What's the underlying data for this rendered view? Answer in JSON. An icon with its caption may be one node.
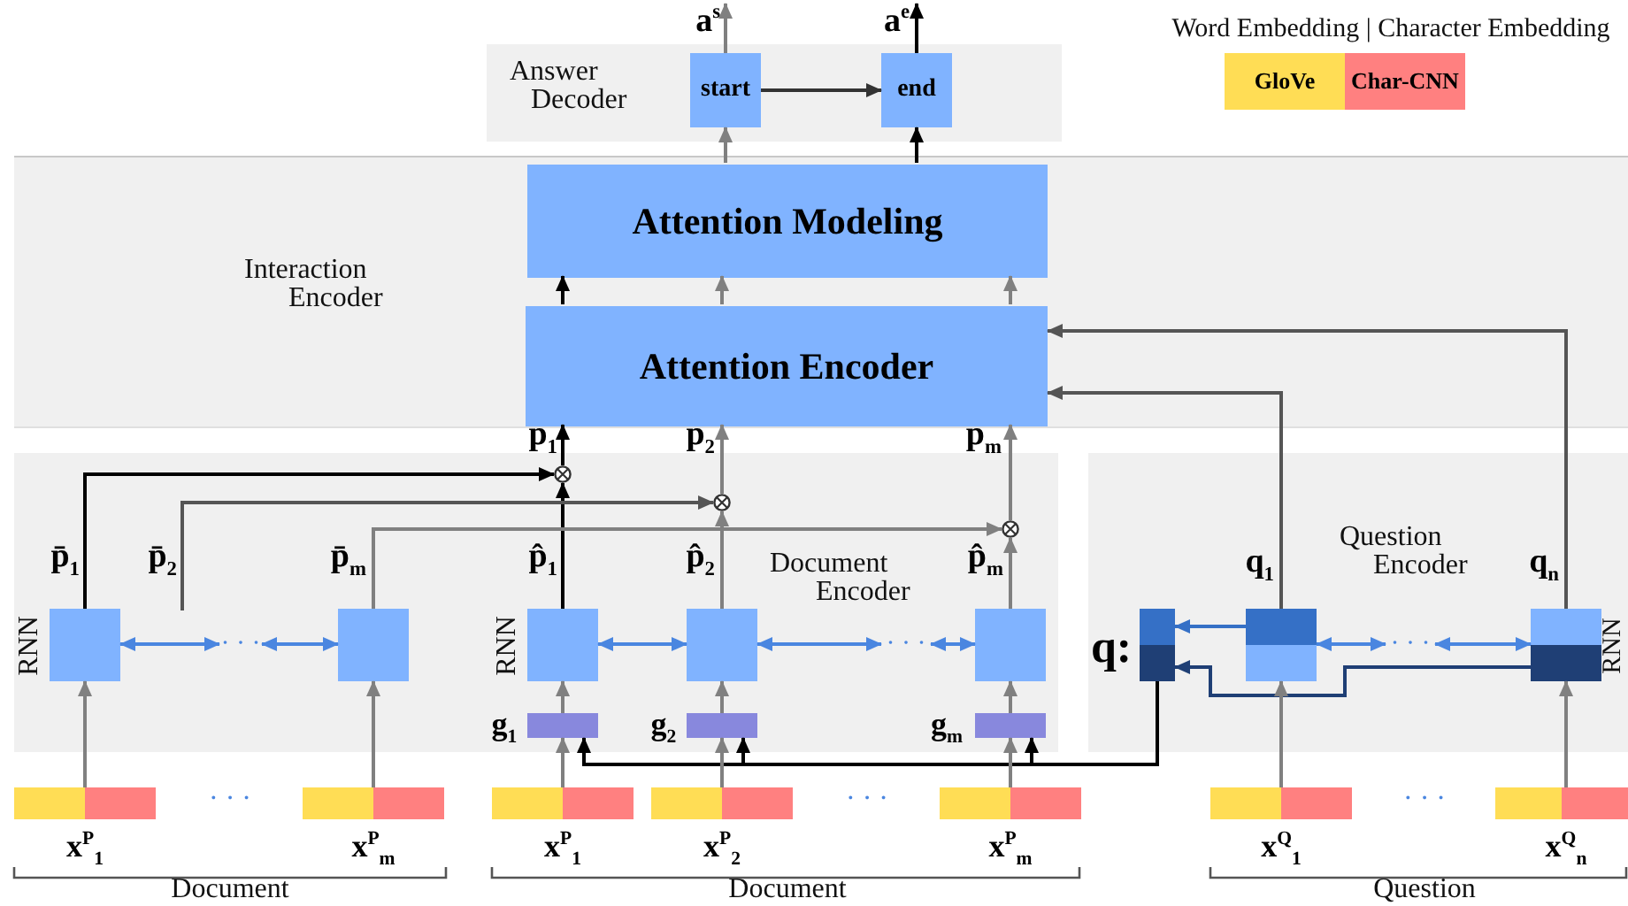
{
  "diagram": {
    "nodes": [
      {
        "text": [
          "Answer Decoder"
        ]
      },
      {
        "text": [
          "start"
        ],
        "in": 0
      },
      {
        "text": [
          "end"
        ],
        "in": 0
      },
      {
        "text": [
          "Interaction Encoder"
        ]
      },
      {
        "text": [
          "Attention Modeling"
        ],
        "in": 3
      },
      {
        "text": [
          "Attention Encoder"
        ],
        "in": 3
      },
      {
        "text": [
          "Document Encoder"
        ]
      },
      {
        "text": [
          "Question Encoder"
        ]
      },
      {
        "text": [],
        "shape": "circle",
        "in": 6
      },
      {
        "text": [],
        "shape": "circle",
        "in": 6
      },
      {
        "text": [],
        "shape": "circle",
        "in": 6
      },
      {
        "text": [],
        "shape": "box",
        "in": 6
      },
      {
        "text": [],
        "shape": "box",
        "in": 6
      },
      {
        "text": [],
        "shape": "box",
        "in": 6
      },
      {
        "text": [],
        "shape": "box",
        "in": 6
      },
      {
        "text": [],
        "shape": "box",
        "in": 6
      },
      {
        "text": [],
        "shape": "box",
        "in": 7,
        "beside": [
          "q:"
        ]
      },
      {
        "text": [],
        "shape": "box",
        "in": 7
      },
      {
        "text": [],
        "shape": "box",
        "in": 7
      },
      {
        "text": [],
        "shape": "bar",
        "in": 6,
        "beside": [
          "g$_{1}$"
        ]
      },
      {
        "text": [],
        "shape": "bar",
        "in": 6,
        "beside": [
          "g$_{2}$"
        ]
      },
      {
        "text": [],
        "shape": "bar",
        "in": 6,
        "beside": [
          "g$_{m}$"
        ]
      },
      {
        "text": [],
        "shape": "bar",
        "beside": [
          "x$^{P}$$_{1}$"
        ]
      },
      {
        "text": [],
        "shape": "bar",
        "beside": [
          "x$^{P}$$_{m}$"
        ]
      },
      {
        "text": [],
        "shape": "bar",
        "beside": [
          "x$^{P}$$_{1}$"
        ]
      },
      {
        "text": [],
        "shape": "bar",
        "beside": [
          "x$^{P}$$_{2}$"
        ]
      },
      {
        "text": [],
        "shape": "bar",
        "beside": [
          "x$^{P}$$_{m}$"
        ]
      },
      {
        "text": [],
        "shape": "bar",
        "beside": [
          "x$^{Q}$$_{1}$"
        ]
      },
      {
        "text": [],
        "shape": "bar",
        "beside": [
          "x$^{Q}$$_{n}$"
        ]
      },
      {
        "text": [
          "· · ·"
        ],
        "in": 6
      },
      {
        "text": [
          "· · ·"
        ],
        "in": 6
      },
      {
        "text": [
          "· · ·"
        ],
        "in": 7
      }
    ],
    "edges": [
      {
        "from": 1,
        "to": 2,
        "arrow": "to",
        "color": "#333333"
      },
      {
        "from": 1,
        "to": null,
        "arrow": "to",
        "label": "a$^{s}$"
      },
      {
        "from": 2,
        "to": null,
        "arrow": "to",
        "label": "a$^{e}$",
        "color": "#000000"
      },
      {
        "from": 4,
        "to": 1,
        "arrow": "to"
      },
      {
        "from": 4,
        "to": 2,
        "arrow": "to",
        "color": "#000000"
      },
      {
        "from": 5,
        "to": 4,
        "arrow": "to",
        "color": "#000000"
      },
      {
        "from": 5,
        "to": 4,
        "arrow": "to"
      },
      {
        "from": 5,
        "to": 4,
        "arrow": "to"
      },
      {
        "from": 8,
        "to": 5,
        "arrow": "to",
        "label": "p$_{1}$",
        "color": "#000000"
      },
      {
        "from": 9,
        "to": 5,
        "arrow": "to",
        "label": "p$_{2}$"
      },
      {
        "from": 10,
        "to": 5,
        "arrow": "to",
        "label": "p$_{m}$"
      },
      {
        "from": 13,
        "to": 8,
        "arrow": "to",
        "label": "p̂$_{1}$",
        "color": "#000000"
      },
      {
        "from": 14,
        "to": 9,
        "arrow": "to",
        "label": "p̂$_{2}$"
      },
      {
        "from": 15,
        "to": 10,
        "arrow": "to",
        "label": "p̂$_{m}$"
      },
      {
        "from": 11,
        "to": 8,
        "arrow": "to",
        "label": "p̄$_{1}$",
        "color": "#000000"
      },
      {
        "from": null,
        "to": 9,
        "arrow": "to",
        "label": "p̄$_{2}$",
        "color": "#555555"
      },
      {
        "from": 12,
        "to": 10,
        "arrow": "to",
        "label": "p̄$_{m}$"
      },
      {
        "from": 11,
        "to": 29,
        "arrow": "both",
        "color": "#4a86e0"
      },
      {
        "from": 29,
        "to": 12,
        "arrow": "both",
        "color": "#4a86e0"
      },
      {
        "from": 13,
        "to": 14,
        "arrow": "both",
        "color": "#4a86e0"
      },
      {
        "from": 14,
        "to": 30,
        "arrow": "both",
        "color": "#4a86e0"
      },
      {
        "from": 30,
        "to": 15,
        "arrow": "both",
        "color": "#4a86e0"
      },
      {
        "from": 17,
        "to": 31,
        "arrow": "both",
        "color": "#4a86e0"
      },
      {
        "from": 31,
        "to": 18,
        "arrow": "both",
        "color": "#4a86e0"
      },
      {
        "from": 17,
        "to": 16,
        "arrow": "to",
        "color": "#3570c6"
      },
      {
        "from": 18,
        "to": 16,
        "arrow": "to",
        "color": "#1f3f75"
      },
      {
        "from": 17,
        "to": 5,
        "arrow": "to",
        "label": "q$_{1}$",
        "color": "#555555"
      },
      {
        "from": 18,
        "to": 5,
        "arrow": "to",
        "label": "q$_{n}$",
        "color": "#555555"
      },
      {
        "from": 16,
        "to": 19,
        "arrow": "to",
        "color": "#000000"
      },
      {
        "from": 16,
        "to": 20,
        "arrow": "to",
        "color": "#000000"
      },
      {
        "from": 16,
        "to": 21,
        "arrow": "to",
        "color": "#000000"
      },
      {
        "from": 19,
        "to": 13,
        "arrow": "to"
      },
      {
        "from": 20,
        "to": 14,
        "arrow": "to"
      },
      {
        "from": 21,
        "to": 15,
        "arrow": "to"
      },
      {
        "from": 24,
        "to": 19,
        "arrow": "to"
      },
      {
        "from": 25,
        "to": 20,
        "arrow": "to"
      },
      {
        "from": 26,
        "to": 21,
        "arrow": "to"
      },
      {
        "from": 22,
        "to": 11,
        "arrow": "to"
      },
      {
        "from": 23,
        "to": 12,
        "arrow": "to"
      },
      {
        "from": 27,
        "to": 17,
        "arrow": "to"
      },
      {
        "from": 28,
        "to": 18,
        "arrow": "to"
      }
    ],
    "labels": [
      "Word Embedding | Character Embedding",
      "RNN",
      "RNN",
      "RNN",
      "· · ·",
      "· · ·",
      "· · ·",
      "Document",
      "Document",
      "Question"
    ],
    "legend": [
      {
        "text": "GloVe",
        "color": "#ffdd55"
      },
      {
        "text": "Char-CNN",
        "color": "#ff8080"
      }
    ]
  }
}
